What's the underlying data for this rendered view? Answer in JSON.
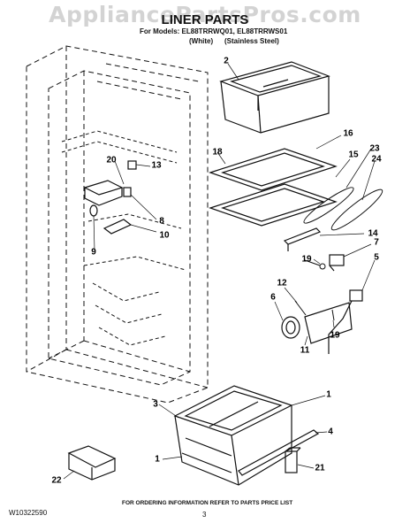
{
  "header": {
    "watermark": "AppliancePartsPros.com",
    "title": "LINER PARTS",
    "models_line": "For Models: EL88TRRWQ01, EL88TRRWS01",
    "variant_white": "(White)",
    "variant_steel": "(Stainless Steel)"
  },
  "part_labels": [
    "2",
    "16",
    "18",
    "15",
    "23",
    "24",
    "20",
    "13",
    "8",
    "9",
    "10",
    "14",
    "7",
    "19",
    "5",
    "12",
    "6",
    "11",
    "19",
    "3",
    "1",
    "4",
    "1",
    "21",
    "22"
  ],
  "footer": {
    "ordering_note": "FOR ORDERING INFORMATION REFER TO PARTS PRICE LIST",
    "doc_number": "W10322590",
    "page_number": "3"
  }
}
